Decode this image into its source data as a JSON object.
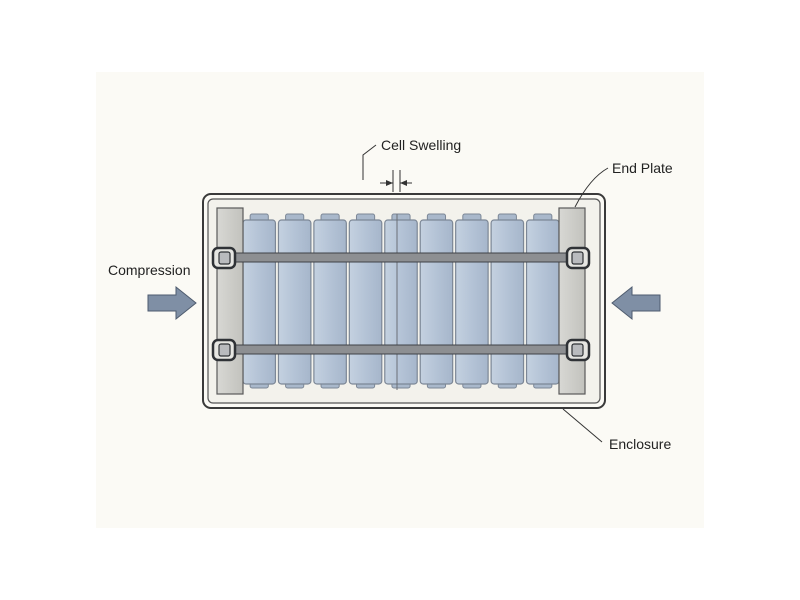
{
  "labels": {
    "cell_swelling": "Cell Swelling",
    "end_plate": "End Plate",
    "compression": "Compression",
    "enclosure": "Enclosure"
  },
  "module": {
    "cell_count": 9
  },
  "colors": {
    "background": "#fbfaf5",
    "cell_fill": "#b7c6d8",
    "cell_stroke": "#7c8796",
    "end_plate_fill": "#cfcfcb",
    "band_fill": "#8d8f92",
    "arrow_fill": "#7f8fa5",
    "outline": "#3a3a3a"
  }
}
